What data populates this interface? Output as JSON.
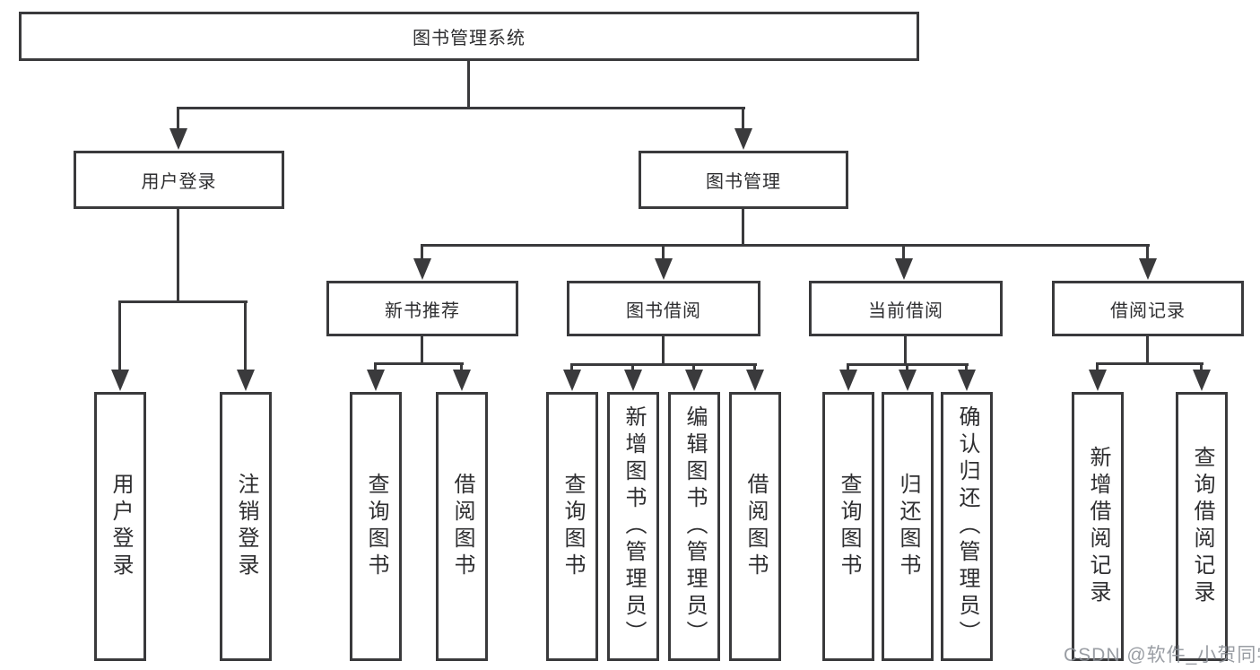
{
  "diagram": {
    "title": "图书管理系统",
    "level2": [
      {
        "label": "用户登录"
      },
      {
        "label": "图书管理"
      }
    ],
    "level3": [
      {
        "label": "新书推荐"
      },
      {
        "label": "图书借阅"
      },
      {
        "label": "当前借阅"
      },
      {
        "label": "借阅记录"
      }
    ],
    "leaves": {
      "user_login": [
        "用户登录",
        "注销登录"
      ],
      "new_book": [
        "查询图书",
        "借阅图书"
      ],
      "book_borrow": [
        "查询图书",
        "新增图书（管理员）",
        "编辑图书（管理员）",
        "借阅图书"
      ],
      "current_borrow": [
        "查询图书",
        "归还图书",
        "确认归还（管理员）"
      ],
      "borrow_record": [
        "新增借阅记录",
        "查询借阅记录"
      ]
    },
    "colors": {
      "line": "#3a3a3c",
      "text": "#2e2e30",
      "watermark": "#8c9097",
      "background": "#ffffff"
    },
    "watermark": "CSDN @软件_小贺同学"
  }
}
